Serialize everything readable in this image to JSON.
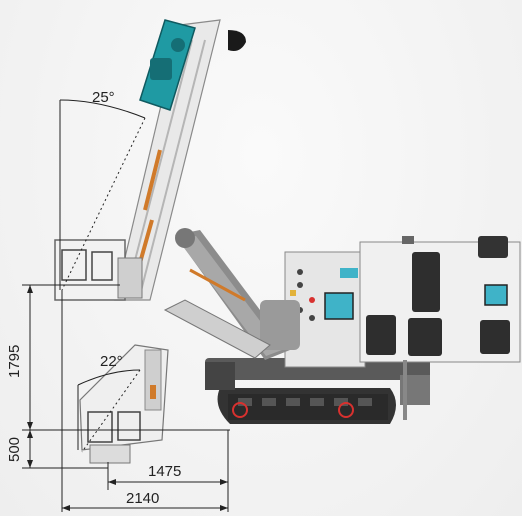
{
  "dimensions": {
    "mast_angle_upper": "25°",
    "mast_angle_lower": "22°",
    "height_upper": "1795",
    "height_lower": "500",
    "reach_short": "1475",
    "reach_long": "2140"
  },
  "colors": {
    "drifter": "#1f9aa3",
    "panel_screen": "#3fb3c8",
    "crawler": "#3a3a3a",
    "accent_red": "#d8312f",
    "accent_orange": "#d07a2a",
    "frame_light": "#e8e8e8",
    "frame_dark": "#9a9a9a"
  },
  "icons": [
    "drill-rig-illustration"
  ]
}
